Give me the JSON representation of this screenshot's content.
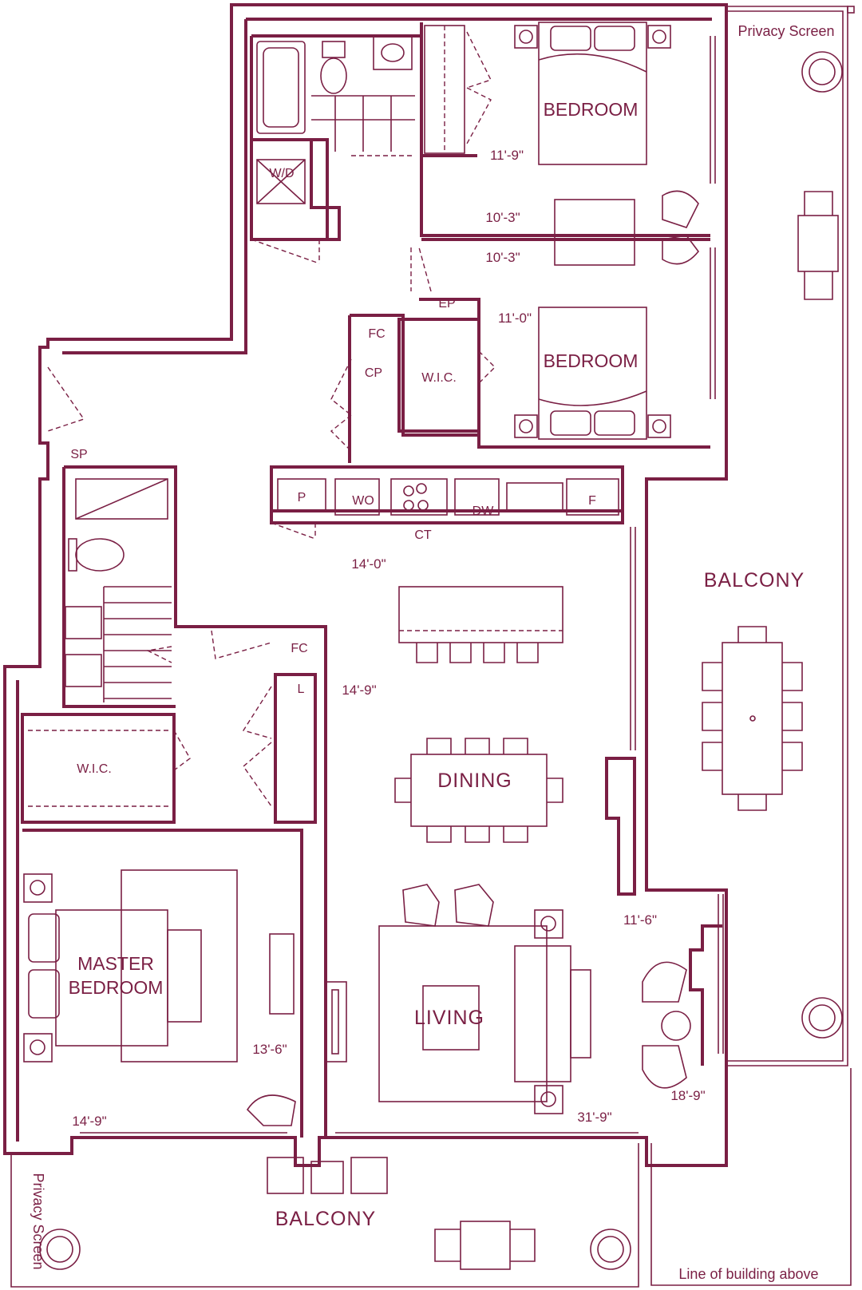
{
  "colors": {
    "line": "#7a1f44"
  },
  "rooms": {
    "bedroom_top": "BEDROOM",
    "bedroom_mid": "BEDROOM",
    "master_line1": "MASTER",
    "master_line2": "BEDROOM",
    "dining": "DINING",
    "living": "LIVING",
    "balcony_right": "BALCONY",
    "balcony_bottom": "BALCONY",
    "wic_mid": "W.I.C.",
    "wic_left": "W.I.C."
  },
  "fixtures": {
    "wd": "W/D",
    "fc_upper": "FC",
    "cp": "CP",
    "ep": "EP",
    "sp": "SP",
    "p": "P",
    "wo": "WO",
    "dw": "DW",
    "f": "F",
    "ct": "CT",
    "fc_lower": "FC",
    "l": "L"
  },
  "dimensions": {
    "bed1_width": "11'-9\"",
    "bed1_depth": "10'-3\"",
    "bed2_depth": "10'-3\"",
    "bed2_width": "11'-0\"",
    "kitchen_width": "14'-0\"",
    "dining_width": "14'-9\"",
    "master_depth": "13'-6\"",
    "master_width": "14'-9\"",
    "living_depth": "31'-9\"",
    "alcove_width": "11'-6\"",
    "alcove_depth": "18'-9\""
  },
  "notes": {
    "privacy_top": "Privacy Screen",
    "privacy_left": "Privacy Screen",
    "building_line": "Line of building above"
  }
}
